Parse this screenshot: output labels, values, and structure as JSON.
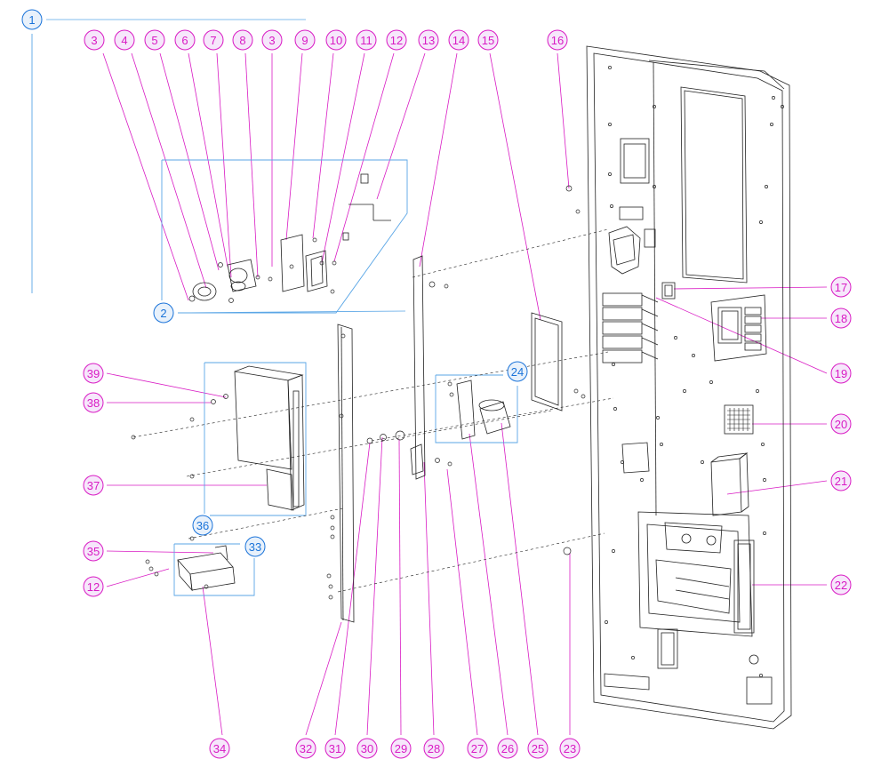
{
  "diagram": {
    "colors": {
      "part_callout": "#d91bc4",
      "assembly_callout": "#1a73d9",
      "assembly_box": "#5aa6e6",
      "drawing": "#222222",
      "callout_fill": "#f6e7fb",
      "assembly_fill": "#e8f1fb"
    },
    "callouts": [
      {
        "id": "c1",
        "label": "1",
        "kind": "assembly"
      },
      {
        "id": "c2",
        "label": "2",
        "kind": "assembly"
      },
      {
        "id": "c3a",
        "label": "3",
        "kind": "part"
      },
      {
        "id": "c4",
        "label": "4",
        "kind": "part"
      },
      {
        "id": "c5",
        "label": "5",
        "kind": "part"
      },
      {
        "id": "c6",
        "label": "6",
        "kind": "part"
      },
      {
        "id": "c7",
        "label": "7",
        "kind": "part"
      },
      {
        "id": "c8",
        "label": "8",
        "kind": "part"
      },
      {
        "id": "c3b",
        "label": "3",
        "kind": "part"
      },
      {
        "id": "c9",
        "label": "9",
        "kind": "part"
      },
      {
        "id": "c10",
        "label": "10",
        "kind": "part"
      },
      {
        "id": "c11",
        "label": "11",
        "kind": "part"
      },
      {
        "id": "c12a",
        "label": "12",
        "kind": "part"
      },
      {
        "id": "c13",
        "label": "13",
        "kind": "part"
      },
      {
        "id": "c14",
        "label": "14",
        "kind": "part"
      },
      {
        "id": "c15",
        "label": "15",
        "kind": "part"
      },
      {
        "id": "c16",
        "label": "16",
        "kind": "part"
      },
      {
        "id": "c17",
        "label": "17",
        "kind": "part"
      },
      {
        "id": "c18",
        "label": "18",
        "kind": "part"
      },
      {
        "id": "c19",
        "label": "19",
        "kind": "part"
      },
      {
        "id": "c20",
        "label": "20",
        "kind": "part"
      },
      {
        "id": "c21",
        "label": "21",
        "kind": "part"
      },
      {
        "id": "c22",
        "label": "22",
        "kind": "part"
      },
      {
        "id": "c23",
        "label": "23",
        "kind": "part"
      },
      {
        "id": "c24",
        "label": "24",
        "kind": "assembly"
      },
      {
        "id": "c25",
        "label": "25",
        "kind": "part"
      },
      {
        "id": "c26",
        "label": "26",
        "kind": "part"
      },
      {
        "id": "c27",
        "label": "27",
        "kind": "part"
      },
      {
        "id": "c28",
        "label": "28",
        "kind": "part"
      },
      {
        "id": "c29",
        "label": "29",
        "kind": "part"
      },
      {
        "id": "c30",
        "label": "30",
        "kind": "part"
      },
      {
        "id": "c31",
        "label": "31",
        "kind": "part"
      },
      {
        "id": "c32",
        "label": "32",
        "kind": "part"
      },
      {
        "id": "c33",
        "label": "33",
        "kind": "assembly"
      },
      {
        "id": "c34",
        "label": "34",
        "kind": "part"
      },
      {
        "id": "c35",
        "label": "35",
        "kind": "part"
      },
      {
        "id": "c12b",
        "label": "12",
        "kind": "part"
      },
      {
        "id": "c36",
        "label": "36",
        "kind": "assembly"
      },
      {
        "id": "c37",
        "label": "37",
        "kind": "part"
      },
      {
        "id": "c38",
        "label": "38",
        "kind": "part"
      },
      {
        "id": "c39",
        "label": "39",
        "kind": "part"
      }
    ]
  }
}
